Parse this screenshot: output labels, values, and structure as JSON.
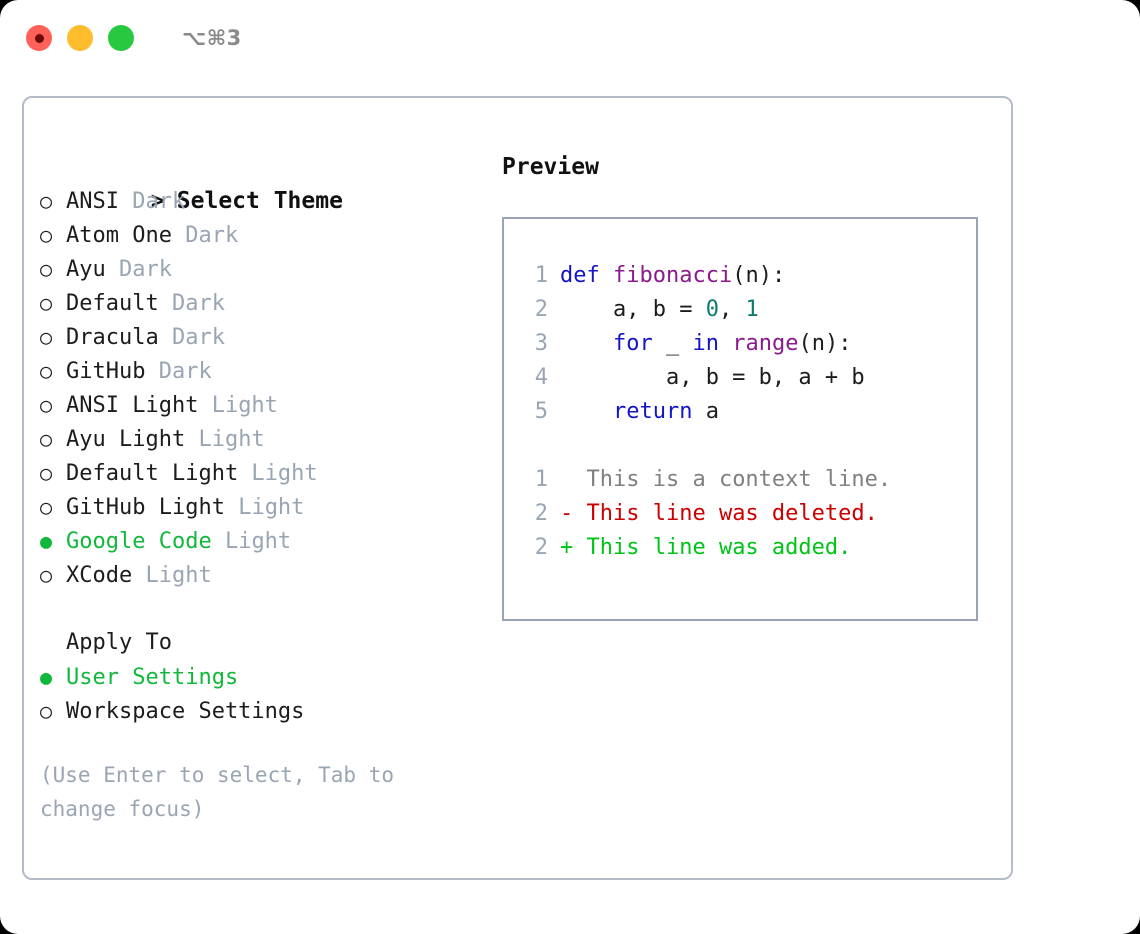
{
  "window": {
    "traffic_lights": [
      "close",
      "minimize",
      "maximize"
    ],
    "shortcut": "⌥⌘3",
    "accent_green": "#12b83c",
    "muted_gray": "#9aa5b4",
    "border": "#b4bcc8"
  },
  "theme_picker": {
    "header_prompt": ">",
    "header_label": "Select Theme",
    "marker_selected": "●",
    "marker_unselected": "○",
    "items": [
      {
        "marker": "○",
        "name": "ANSI",
        "mode": "Dark",
        "selected": false
      },
      {
        "marker": "○",
        "name": "Atom One",
        "mode": "Dark",
        "selected": false
      },
      {
        "marker": "○",
        "name": "Ayu",
        "mode": "Dark",
        "selected": false
      },
      {
        "marker": "○",
        "name": "Default",
        "mode": "Dark",
        "selected": false
      },
      {
        "marker": "○",
        "name": "Dracula",
        "mode": "Dark",
        "selected": false
      },
      {
        "marker": "○",
        "name": "GitHub",
        "mode": "Dark",
        "selected": false
      },
      {
        "marker": "○",
        "name": "ANSI Light",
        "mode": "Light",
        "selected": false
      },
      {
        "marker": "○",
        "name": "Ayu Light",
        "mode": "Light",
        "selected": false
      },
      {
        "marker": "○",
        "name": "Default Light",
        "mode": "Light",
        "selected": false
      },
      {
        "marker": "○",
        "name": "GitHub Light",
        "mode": "Light",
        "selected": false
      },
      {
        "marker": "●",
        "name": "Google Code",
        "mode": "Light",
        "selected": true
      },
      {
        "marker": "○",
        "name": "XCode",
        "mode": "Light",
        "selected": false
      }
    ]
  },
  "apply_to": {
    "header_label": "Apply To",
    "items": [
      {
        "marker": "●",
        "name": "User Settings",
        "selected": true
      },
      {
        "marker": "○",
        "name": "Workspace Settings",
        "selected": false
      }
    ]
  },
  "hint": "(Use Enter to select, Tab to change focus)",
  "preview": {
    "title": "Preview",
    "code_lines": [
      {
        "ln": "1",
        "tokens": [
          {
            "t": "def ",
            "c": "kw"
          },
          {
            "t": "fibonacci",
            "c": "fn"
          },
          {
            "t": "(n):",
            "c": "plain"
          }
        ]
      },
      {
        "ln": "2",
        "tokens": [
          {
            "t": "    a, b = ",
            "c": "plain"
          },
          {
            "t": "0",
            "c": "num"
          },
          {
            "t": ", ",
            "c": "plain"
          },
          {
            "t": "1",
            "c": "num"
          }
        ]
      },
      {
        "ln": "3",
        "tokens": [
          {
            "t": "    ",
            "c": "plain"
          },
          {
            "t": "for",
            "c": "kw"
          },
          {
            "t": " _ ",
            "c": "plain"
          },
          {
            "t": "in",
            "c": "kw"
          },
          {
            "t": " ",
            "c": "plain"
          },
          {
            "t": "range",
            "c": "fn"
          },
          {
            "t": "(n):",
            "c": "plain"
          }
        ]
      },
      {
        "ln": "4",
        "tokens": [
          {
            "t": "        a, b = b, a + b",
            "c": "plain"
          }
        ]
      },
      {
        "ln": "5",
        "tokens": [
          {
            "t": "    ",
            "c": "plain"
          },
          {
            "t": "return",
            "c": "kw"
          },
          {
            "t": " a",
            "c": "plain"
          }
        ]
      }
    ],
    "diff_lines": [
      {
        "ln": "1",
        "sign": " ",
        "text": "This is a context line.",
        "kind": "ctx"
      },
      {
        "ln": "2",
        "sign": "-",
        "text": "This line was deleted.",
        "kind": "del"
      },
      {
        "ln": "2",
        "sign": "+",
        "text": "This line was added.",
        "kind": "add"
      }
    ]
  }
}
